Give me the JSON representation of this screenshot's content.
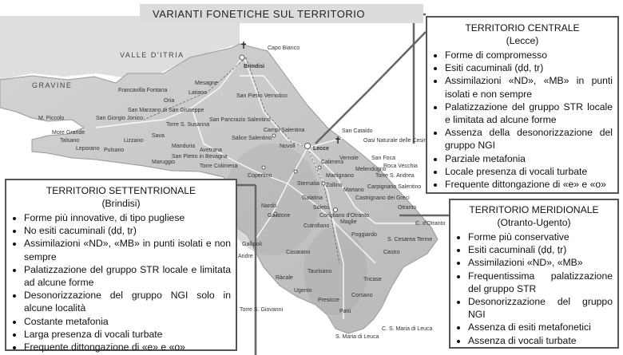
{
  "title": "VARIANTI  FONETICHE SUL TERRITORIO",
  "regions": {
    "valle_ditria": "VALLE D'ITRIA",
    "gravine": "GRAVINE"
  },
  "places": {
    "capo_bianco": "Capo Bianco",
    "brindisi": "Brindisi",
    "mesagne": "Mesagne",
    "latiano": "Latiano",
    "oria": "Oria",
    "francavilla": "Francavilla Fontana",
    "m_piccolo": "M. Piccolo",
    "more_grande": "More Grande",
    "san_giorgio": "San Giorgio Jonico",
    "san_marzano": "San Marzano di San Giuseppe",
    "torre_s_susanna": "Torre S. Susanna",
    "san_pancrazio": "San Pancrazio Salentino",
    "san_pietro_vernotico": "San Pietro Vernotico",
    "talsano": "Talsano",
    "lizzano": "Lizzano",
    "sava": "Sava",
    "pulsano": "Pulsano",
    "leporano": "Leporano",
    "manduria": "Manduria",
    "avetrana": "Avetrana",
    "salice": "Salice Salentino",
    "campi": "Campi Salentina",
    "novoli": "Novoli",
    "lecce": "Lecce",
    "san_cataldo": "San Cataldo",
    "oasi": "Oasi Naturale delle Cesine",
    "san_foca": "San Foca",
    "roca_vecchia": "Roca Vecchia",
    "vernole": "Vernole",
    "calimera": "Calimera",
    "melendugno": "Melendugno",
    "martignano": "Martignano",
    "torre_s_andrea": "Torre S. Andrea",
    "copertino": "Copertino",
    "nardo": "Nardò",
    "galatina": "Galatina",
    "sternatia": "Sternatia",
    "zollino": "Zollino",
    "martano": "Martano",
    "carpignano": "Carpignano Salentino",
    "castrignano_greci": "Castrignano dei Greci",
    "soleto": "Soleto",
    "corigliano": "Corigliano d'Otranto",
    "maglie": "Maglie",
    "galatone": "Galatone",
    "cutrofiano": "Cutrofiano",
    "otranto": "Otranto",
    "c_dotranto": "C. d'Otranto",
    "gallipoli": "Gallipoli",
    "poggiardo": "Poggiardo",
    "castro": "Castro",
    "s_cesarea": "S. Cesarea Terme",
    "casarano": "Casarano",
    "tricase": "Tricase",
    "racale": "Ràcale",
    "taurisano": "Taurisano",
    "ugento": "Ugento",
    "presicce": "Presicce",
    "corsano": "Corsano",
    "pato": "Patù",
    "s_maria_leuca": "S. Maria di Leuca",
    "c_s_maria_leuca": "C. S. Maria di Leuca",
    "torre_colimena": "Torre Colimena",
    "maruggio": "Maruggio",
    "torre_s_giovanni": "Torre S. Giovanni",
    "san_pietro_bevagna": "San Pietro in Bevagna",
    "andre": "Andre"
  },
  "box_centrale": {
    "heading": "TERRITORIO CENTRALE",
    "subheading": "(Lecce)",
    "items": [
      "Forme di compromesso",
      "Esiti cacuminali (ḍḍ, ṭr)",
      "Assimilazioni «ND», «MB» in punti isolati e non sempre",
      "Palatizzazione del gruppo STR locale e limitata ad alcune forme",
      "Assenza della desonorizzazione del gruppo NGI",
      "Parziale metafonia",
      "Locale presenza di vocali turbate",
      "Frequente dittongazione di «e» e «o»"
    ]
  },
  "box_settentrionale": {
    "heading": "TERRITORIO SETTENTRIONALE",
    "subheading": "(Brindisi)",
    "items": [
      "Forme più innovative, di tipo pugliese",
      "No esiti cacuminali (ḍḍ, ṭr)",
      "Assimilazioni «ND», «MB» in punti isolati e non sempre",
      "Palatizzazione del gruppo STR locale e limitata ad alcune forme",
      "Desonorizzazione del gruppo NGI solo in alcune località",
      "Costante metafonia",
      "Larga presenza di vocali turbate",
      "Frequente dittongazione di «e» e «o»"
    ]
  },
  "box_meridionale": {
    "heading": "TERRITORIO MERIDIONALE",
    "subheading": "(Otranto-Ugento)",
    "items": [
      "Forme più conservative",
      "Esiti cacuminali (ḍḍ, ṭr)",
      "Assimilazioni «ND», «MB»",
      "Frequentissima palatizzazione del gruppo STR",
      "Desonorizzazione del gruppo NGI",
      "Assenza di esiti metafonetici",
      "Assenza di vocali turbate"
    ]
  },
  "colors": {
    "sea": "#ffffff",
    "land": "#c8c8c8",
    "pointer": "#666666",
    "box_border": "#555555"
  }
}
